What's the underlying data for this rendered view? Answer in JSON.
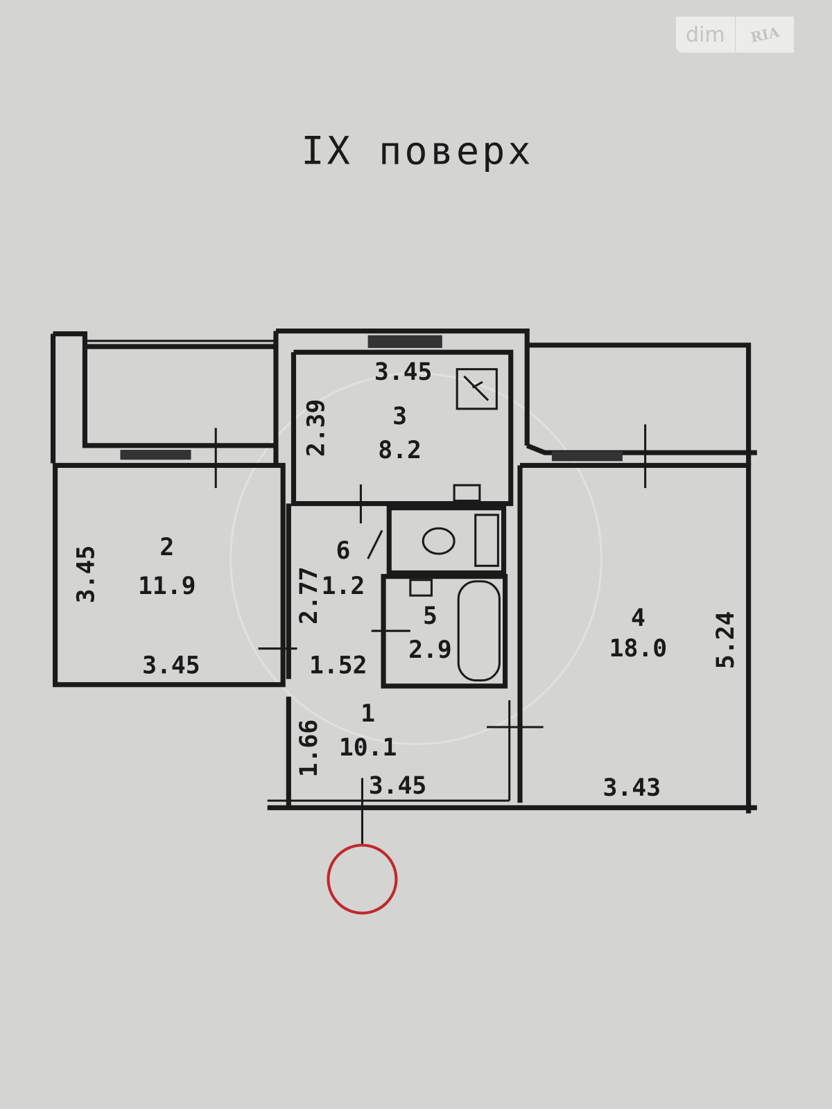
{
  "title": "IX поверх",
  "logo": {
    "dim": "dim",
    "ria": "RIA"
  },
  "rooms": [
    {
      "number": "1",
      "area": "10.1"
    },
    {
      "number": "2",
      "area": "11.9"
    },
    {
      "number": "3",
      "area": "8.2"
    },
    {
      "number": "4",
      "area": "18.0"
    },
    {
      "number": "5",
      "area": "2.9"
    },
    {
      "number": "6",
      "area": "1.2"
    }
  ],
  "dimensions": {
    "room3_width": "3.45",
    "room3_depth": "2.39",
    "room2_depth": "3.45",
    "room2_width": "3.45",
    "room6_depth": "2.77",
    "hall_width_mid": "1.52",
    "hall_depth": "1.66",
    "hall_width": "3.45",
    "room4_width": "3.43",
    "room4_depth": "5.24"
  },
  "colors": {
    "line": "#1a1a1a",
    "background": "#d4d4d2",
    "entrance_marker": "#c0282d"
  }
}
